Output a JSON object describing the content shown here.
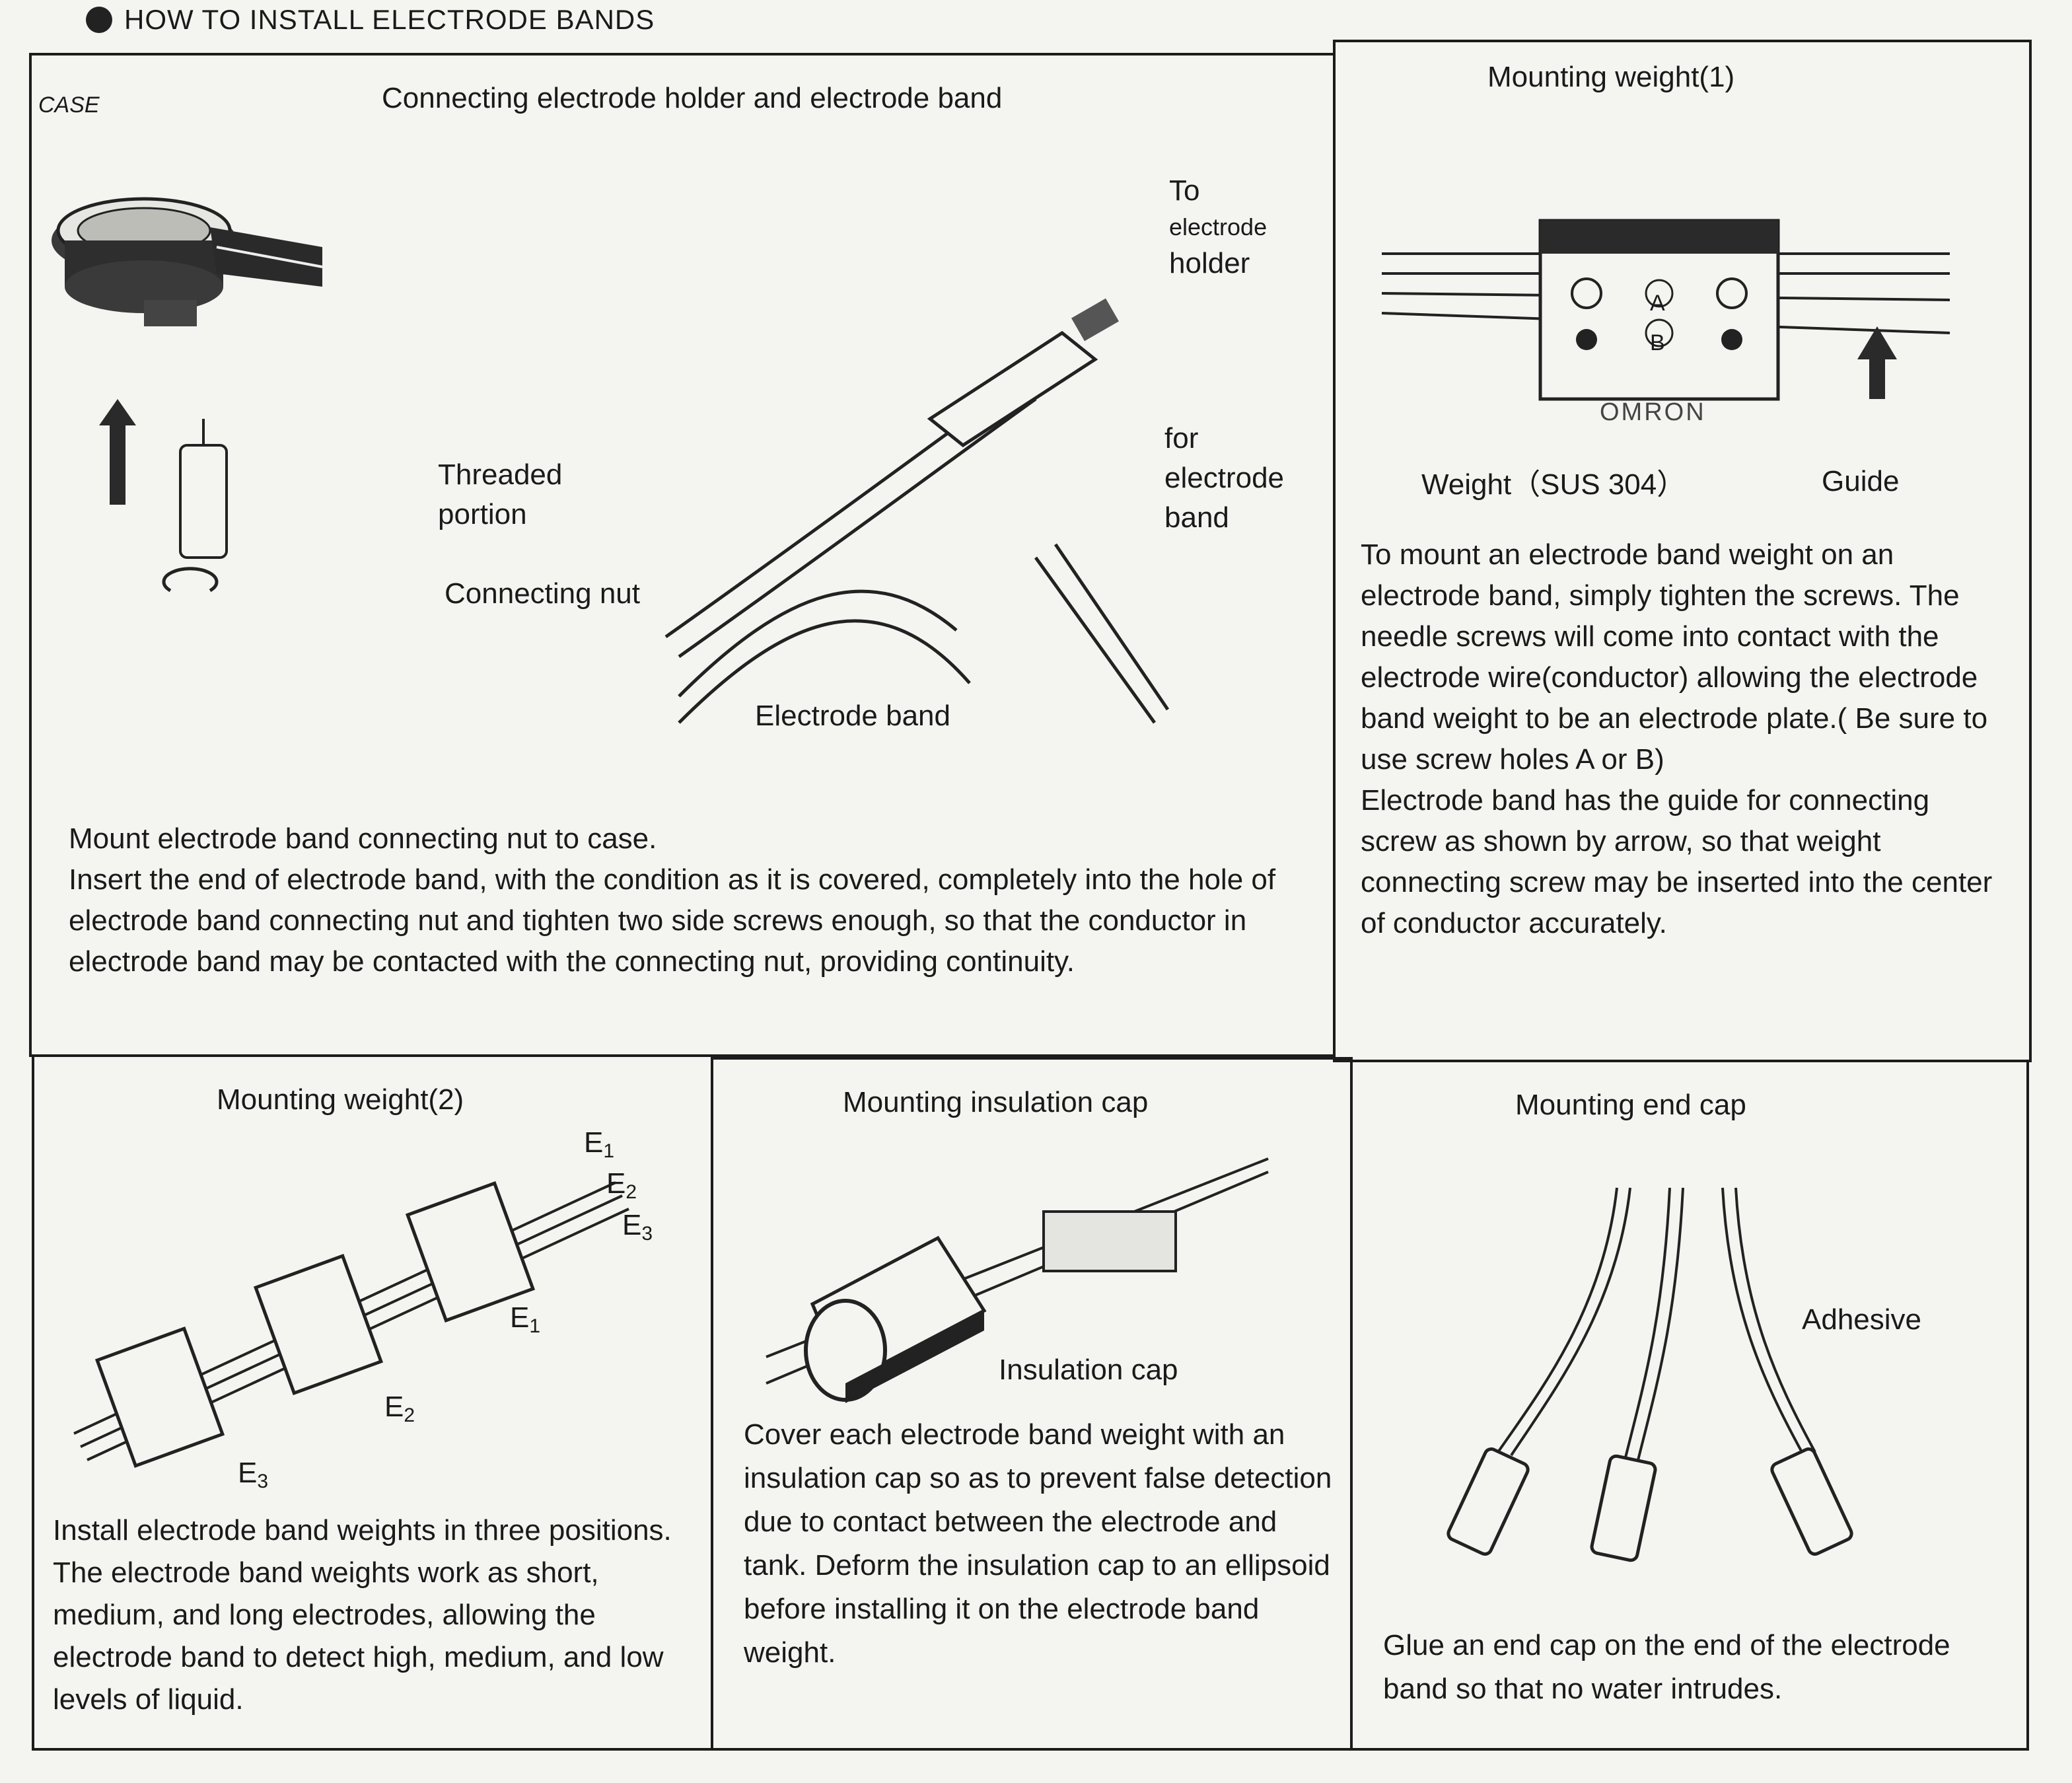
{
  "header": {
    "title": "HOW TO INSTALL ELECTRODE BANDS"
  },
  "panel_connect": {
    "title": "Connecting electrode holder and electrode band",
    "labels": {
      "case": "CASE",
      "threaded": "Threaded portion",
      "connecting_nut": "Connecting nut",
      "to_holder_1": "To",
      "to_holder_2": "electrode",
      "to_holder_3": "holder",
      "for_band": "for electrode band",
      "electrode_band": "Electrode band"
    },
    "paragraph_1": "Mount  electrode band connecting nut to case.",
    "paragraph_2": "Insert the end of electrode band, with the condition as it is covered, completely into the hole of electrode band connecting nut and tighten two side screws enough, so that the conductor in electrode band may be contacted with the connecting nut, providing continuity."
  },
  "panel_weight1": {
    "title": "Mounting weight(1)",
    "labels": {
      "weight": "Weight（SUS 304）",
      "guide": "Guide",
      "hole_a": "A",
      "hole_b": "B",
      "brand": "OMRON"
    },
    "paragraph_1": "To mount an electrode band weight on an electrode band, simply tighten the screws. The needle screws will come into contact with the electrode wire(conductor) allowing the electrode band weight to be an electrode plate.( Be sure to use screw holes A or B)",
    "paragraph_2": "Electrode band has the guide for connecting screw as shown by arrow, so that weight connecting screw may be inserted into the center of conductor accurately."
  },
  "panel_weight2": {
    "title": "Mounting weight(2)",
    "labels": {
      "e1_letter": "E",
      "e1_sub": "1",
      "e2_letter": "E",
      "e2_sub": "2",
      "e3_letter": "E",
      "e3_sub": "3"
    },
    "paragraph": "Install electrode band weights in three positions.  The electrode band weights work as short, medium, and long electrodes, allowing the electrode band to detect high, medium, and low levels of liquid."
  },
  "panel_insulation": {
    "title": "Mounting insulation cap",
    "labels": {
      "insulation_cap": "Insulation cap"
    },
    "paragraph": "Cover each electrode band weight with an insulation cap so as to prevent false detection due to contact between the electrode and tank. Deform the insulation cap to an ellipsoid before installing it on the electrode band weight."
  },
  "panel_endcap": {
    "title": "Mounting end cap",
    "labels": {
      "adhesive": "Adhesive"
    },
    "paragraph": "Glue an end cap on the end of the electrode  band so  that no water intrudes."
  }
}
